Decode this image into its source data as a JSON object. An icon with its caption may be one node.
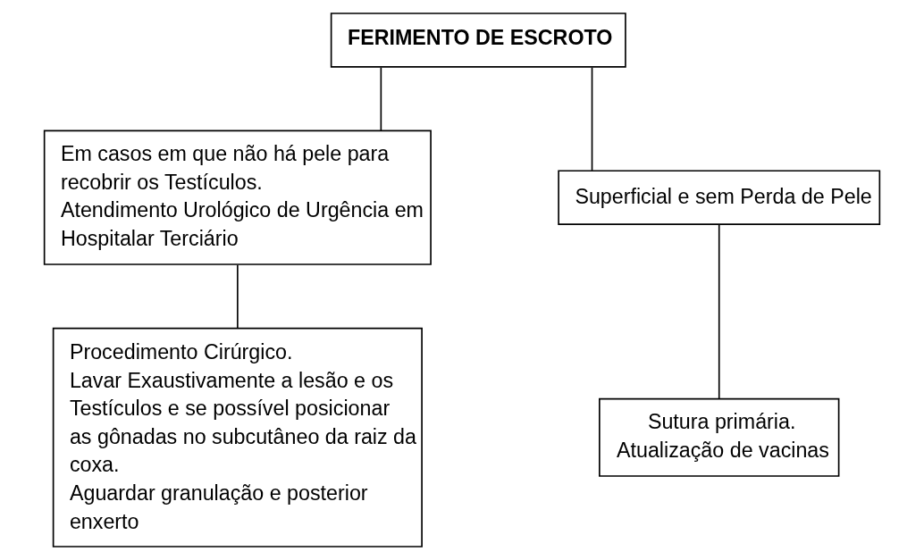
{
  "diagram": {
    "nodes": [
      {
        "text": [
          "FERIMENTO DE ESCROTO"
        ]
      },
      {
        "text": [
          "Em casos em que não há pele para recobrir os Testículos.",
          "Atendimento Urológico de Urgência em Hospitalar Terciário"
        ]
      },
      {
        "text": [
          "Superficial e sem Perda de Pele"
        ]
      },
      {
        "text": [
          "Procedimento Cirúrgico.",
          "Lavar Exaustivamente a lesão e os Testículos e se possível posicionar as gônadas no subcutâneo da raiz da coxa.",
          "Aguardar granulação e posterior enxerto"
        ]
      },
      {
        "text": [
          "Sutura primária.",
          "Atualização de vacinas"
        ]
      }
    ],
    "edges": [
      {
        "from": 0,
        "to": 1,
        "arrow": "none"
      },
      {
        "from": 0,
        "to": 2,
        "arrow": "none"
      },
      {
        "from": 1,
        "to": 3,
        "arrow": "none"
      },
      {
        "from": 2,
        "to": 4,
        "arrow": "none"
      }
    ]
  }
}
